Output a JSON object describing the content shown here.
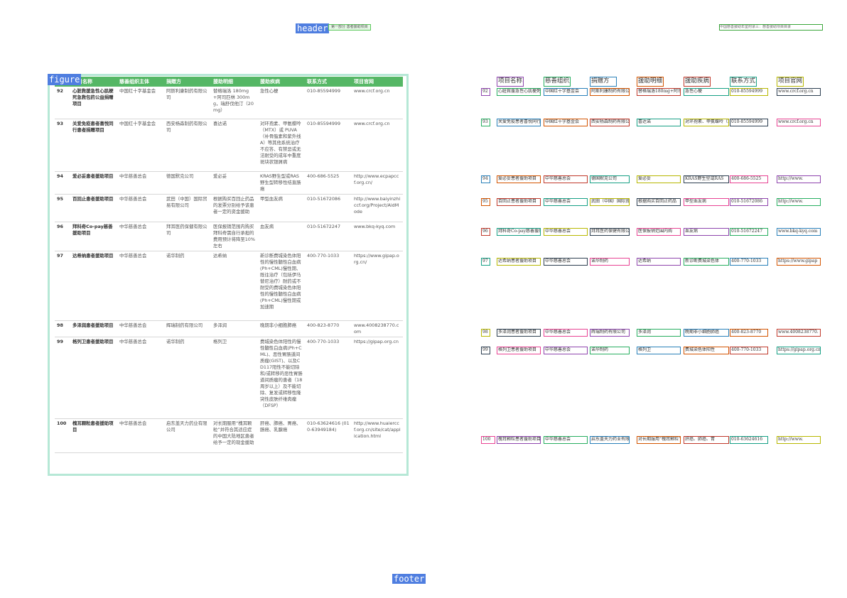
{
  "page_labels": {
    "header": "header",
    "figure": "figure",
    "footer": "footer"
  },
  "header_strip": "第一部分 患者援助项目",
  "right_header": "中国慈善援助年鉴附录三：慈善援助项目目录",
  "table": {
    "columns": [
      "项目名称",
      "慈善组织主体",
      "捐赠方",
      "援助明细",
      "援助疾病",
      "联系方式",
      "项目官网"
    ],
    "rows": [
      [
        "92",
        "心脏救援急性心肌梗死急救包药公益捐赠项目",
        "中国红十字基金会",
        "阿斯利康制药有限公司",
        "替格瑞洛 180mg+阿司匹林 300mg，瑞舒伐他汀（20mg）",
        "急性心梗",
        "010-85594999",
        "www.crcf.org.cn"
      ],
      [
        "93",
        "关爱免疫患者喜悦同行患者捐赠项目",
        "中国红十字基金会",
        "西安杨森制药有限公司",
        "喜达诺",
        "对环孢素、甲氨蝶呤（MTX）或 PUVA（补骨脂素和紫外线A）等其他系统治疗不应答、有禁忌或无法耐受的成年中重度斑块状银屑病",
        "010-85594999",
        "www.crcf.org.cn"
      ],
      [
        "94",
        "爱必妥患者援助项目",
        "中华慈善总会",
        "德国默克公司",
        "爱必妥",
        "KRAS野生型或RAS野生型转移性结直肠癌",
        "400-686-5525",
        "http://www.ecpapccf.org.cn/"
      ],
      [
        "95",
        "百回止患者援助项目",
        "中华慈善总会",
        "武田（中国）国际贸易有限公司",
        "根据购买百回止药品的发票分别给予该患者一定的资金援助",
        "甲型血友病",
        "010-51672086",
        "http://www.baiyinzhiccf.org/Project/AidMode"
      ],
      [
        "96",
        "拜科奇Co-pay慈善援助项目",
        "中华慈善总会",
        "拜耳医药保健有限公司",
        "医保报销范围内购买拜科奇需自行承担的费用预计将降至10%左右",
        "血友病",
        "010-51672247",
        "www.bkq-kyq.com"
      ],
      [
        "97",
        "达希纳患者援助项目",
        "中华慈善总会",
        "诺华制药",
        "达希纳",
        "新诊断费城染色体阳性的慢性髓性白血病(Ph+CML)慢性期、既往治疗（包括伊马替尼治疗）耐药或不耐受的费城染色体阳性的慢性髓性白血病(Ph+CML)慢性期或加速期",
        "400-770-1033",
        "https://www.gipap.org.cn/"
      ],
      [
        "98",
        "多泽润患者援助项目",
        "中华慈善总会",
        "辉瑞制药有限公司",
        "多泽润",
        "晚期非小细胞肺癌",
        "400-823-8770",
        "www.4008238770.com"
      ],
      [
        "99",
        "格列卫患者援助项目",
        "中华慈善总会",
        "诺华制药",
        "格列卫",
        "费城染色体阳性的慢性髓性白血病(Ph+CML)、恶性胃肠道间质瘤(GIST)、以及CD117阳性不能切除和/或转移的恶性胃肠道间质瘤的患者（18周岁以上）及不能切除、复发或转移性隆突性皮肤纤维肉瘤（DFSP）",
        "400-770-1033",
        "https://gipap.org.cn"
      ],
      [
        "100",
        "槐耳颗粒患者援助项目",
        "中华慈善总会",
        "启东盖天力药业有限公司",
        "对长期服用“槐耳颗粒”并符合其适应症的中国大陆地区患者给予一定的现金援助",
        "肝癌、肺癌、胃癌、肠癌、乳腺癌",
        "010-63624616 (010-63949184)",
        "http://www.huaierccf.org.cn/site/cat/application.html"
      ]
    ]
  },
  "ocr_headers": [
    "项目名称",
    "慈善组织主体",
    "捐赠方",
    "援助明细",
    "援助疾病",
    "联系方式",
    "项目官网"
  ],
  "ocr_numbers": [
    "92",
    "93",
    "94",
    "95",
    "96",
    "97",
    "98",
    "99",
    "100"
  ],
  "ocr_name": [
    "心脏救援急性心肌梗死急救包药公益捐赠项目",
    "关爱免疫患者喜悦同行患者捐赠项目",
    "爱必妥患者援助项目",
    "百回止患者援助项目",
    "拜科奇Co-pay慈善援助项目",
    "达希纳患者援助项目",
    "多泽润患者援助项目",
    "格列卫患者援助项目",
    "槐耳颗粒患者援助项目"
  ],
  "ocr_org": [
    "中国红十字基金会",
    "中国红十字基金会",
    "中华慈善总会",
    "中华慈善总会",
    "中华慈善总会",
    "中华慈善总会",
    "中华慈善总会",
    "中华慈善总会",
    "中华慈善总会"
  ],
  "ocr_donor": [
    "阿斯利康制药有限公司",
    "西安杨森制药有限公司",
    "德国默克公司",
    "武田（中国）国际贸易有限公司",
    "拜耳医药保健有限公司",
    "诺华制药",
    "辉瑞制药有限公司",
    "诺华制药",
    "启东盖天力药业有限公司"
  ],
  "ocr_detail": [
    "替格瑞洛180mg+阿司匹林300mg",
    "喜达诺",
    "爱必妥",
    "根据购买百回止药品",
    "医保报销范围内购",
    "达希纳",
    "多泽润",
    "格列卫",
    "对长期服用“槐耳颗粒”"
  ],
  "ocr_disease": [
    "急性心梗",
    "对环孢素、甲氨蝶呤（MTX）或",
    "KRAS野生型或RAS",
    "甲型血友病",
    "血友病",
    "新诊断费城染色体",
    "晚期非小细胞肺癌",
    "费城染色体阳性",
    "肝癌、肺癌、胃"
  ],
  "ocr_phone": [
    "010-85594999",
    "010-85594999",
    "400-686-5525",
    "010-51672086",
    "010-51672247",
    "400-770-1033",
    "400-823-8770",
    "400-770-1033",
    "010-63624616"
  ],
  "ocr_site": [
    "www.crcf.org.cn",
    "www.crcf.org.cn",
    "http://www.",
    "http://www.",
    "www.bkq-kyq.com",
    "https://www.gipap",
    "www.4008238770.",
    "https://gipap.org.cn",
    "http://www."
  ]
}
